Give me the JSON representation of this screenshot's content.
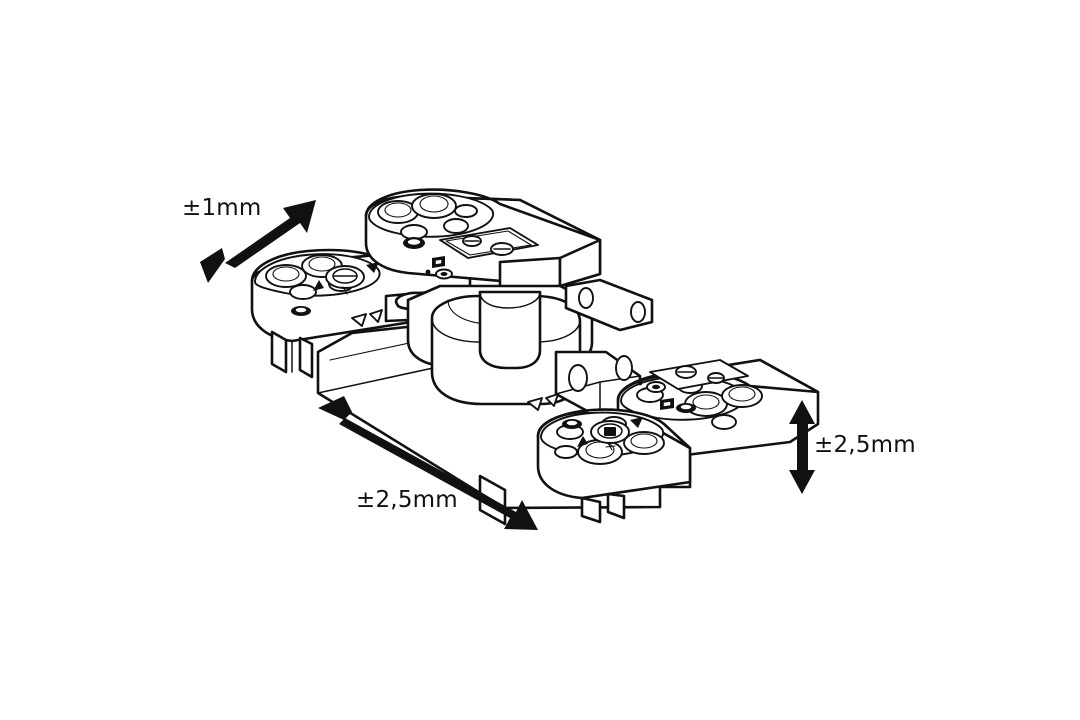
{
  "figure": {
    "type": "technical-line-drawing",
    "subject": "concealed 3D-adjustable door hinge",
    "view": "isometric exploded-adjustment view",
    "background_color": "#ffffff",
    "line_color": "#111111",
    "arrow_color": "#111111"
  },
  "annotations": [
    {
      "id": "top-left",
      "label": "±1mm",
      "value": "±1",
      "unit": "mm",
      "axis": "depth",
      "arrow": "double-headed-diagonal",
      "direction": "lower-left to upper-right"
    },
    {
      "id": "bottom",
      "label": "±2,5mm",
      "value": "±2,5",
      "unit": "mm",
      "axis": "lateral",
      "arrow": "double-headed-diagonal-long",
      "direction": "upper-left to lower-right"
    },
    {
      "id": "right",
      "label": "±2,5mm",
      "value": "±2,5",
      "unit": "mm",
      "axis": "height",
      "arrow": "double-headed-vertical",
      "direction": "up and down"
    }
  ],
  "icons": {
    "arrow_diagonal": "double-arrow-diagonal-icon",
    "arrow_long": "double-arrow-long-icon",
    "arrow_vertical": "double-arrow-vertical-icon",
    "hinge": "concealed-hinge-icon"
  }
}
